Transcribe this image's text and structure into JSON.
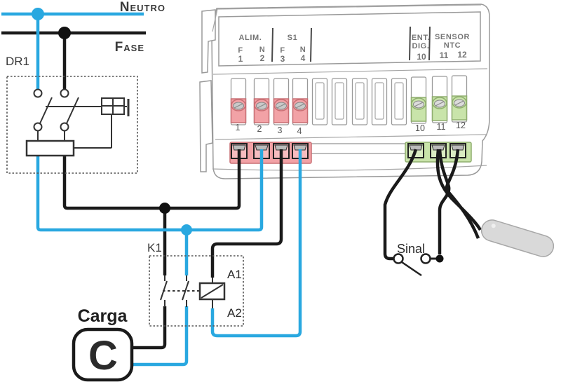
{
  "colors": {
    "neutral_wire_blue": "#29A8E0",
    "phase_wire_black": "#1A1A1A",
    "power_terminal_pink": "#F2A2A6",
    "sensor_terminal_green": "#C9E4AA",
    "case_outline_gray": "#9A9A9A"
  },
  "power_lines": {
    "neutral": "Neutro",
    "phase": "Fase"
  },
  "residual_breaker": {
    "label": "DR1"
  },
  "contactor": {
    "label": "K1",
    "coil_top": "A1",
    "coil_bottom": "A2"
  },
  "load": {
    "label": "Carga",
    "symbol": "C"
  },
  "digital_signal": {
    "label": "Sinal"
  },
  "controller": {
    "groups": [
      {
        "title": "ALIM.",
        "terminals": [
          {
            "letter": "F",
            "number": "1"
          },
          {
            "letter": "N",
            "number": "2"
          }
        ]
      },
      {
        "title": "S1",
        "terminals": [
          {
            "letter": "F",
            "number": "3"
          },
          {
            "letter": "N",
            "number": "4"
          }
        ]
      },
      {
        "title_line1": "ENT.",
        "title_line2": "DIG.",
        "terminals": [
          {
            "number": "10"
          }
        ]
      },
      {
        "title_line1": "SENSOR",
        "title_line2": "NTC",
        "terminals": [
          {
            "number": "11"
          },
          {
            "number": "12"
          }
        ]
      }
    ]
  }
}
